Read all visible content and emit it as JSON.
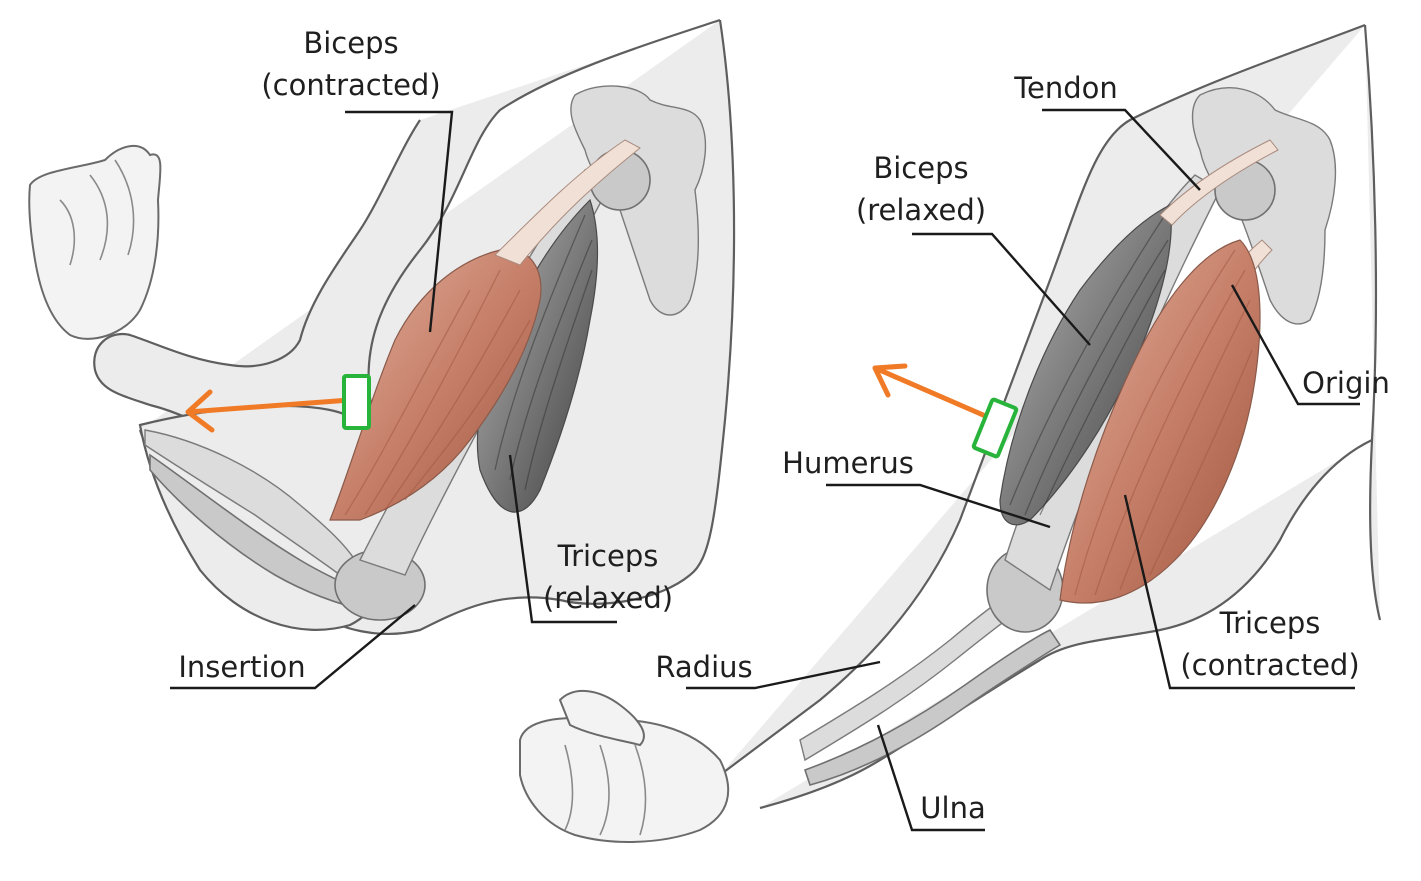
{
  "labels": {
    "biceps_contracted_l1": "Biceps",
    "biceps_contracted_l2": "(contracted)",
    "triceps_relaxed_l1": "Triceps",
    "triceps_relaxed_l2": "(relaxed)",
    "insertion": "Insertion",
    "tendon": "Tendon",
    "biceps_relaxed_l1": "Biceps",
    "biceps_relaxed_l2": "(relaxed)",
    "origin": "Origin",
    "humerus": "Humerus",
    "triceps_contracted_l1": "Triceps",
    "triceps_contracted_l2": "(contracted)",
    "radius": "Radius",
    "ulna": "Ulna"
  },
  "colors": {
    "arrow": "#f07a25",
    "marker": "#28b33a",
    "muscle_contracted": "#c98a72",
    "muscle_relaxed": "#7d7d7d"
  }
}
